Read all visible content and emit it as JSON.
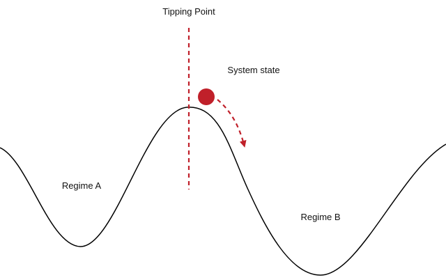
{
  "labels": {
    "tipping_point": "Tipping Point",
    "system_state": "System state",
    "regime_a": "Regime A",
    "regime_b": "Regime B"
  },
  "colors": {
    "accent": "#c0202a",
    "curve": "#000000",
    "text": "#111111",
    "background": "#ffffff"
  }
}
